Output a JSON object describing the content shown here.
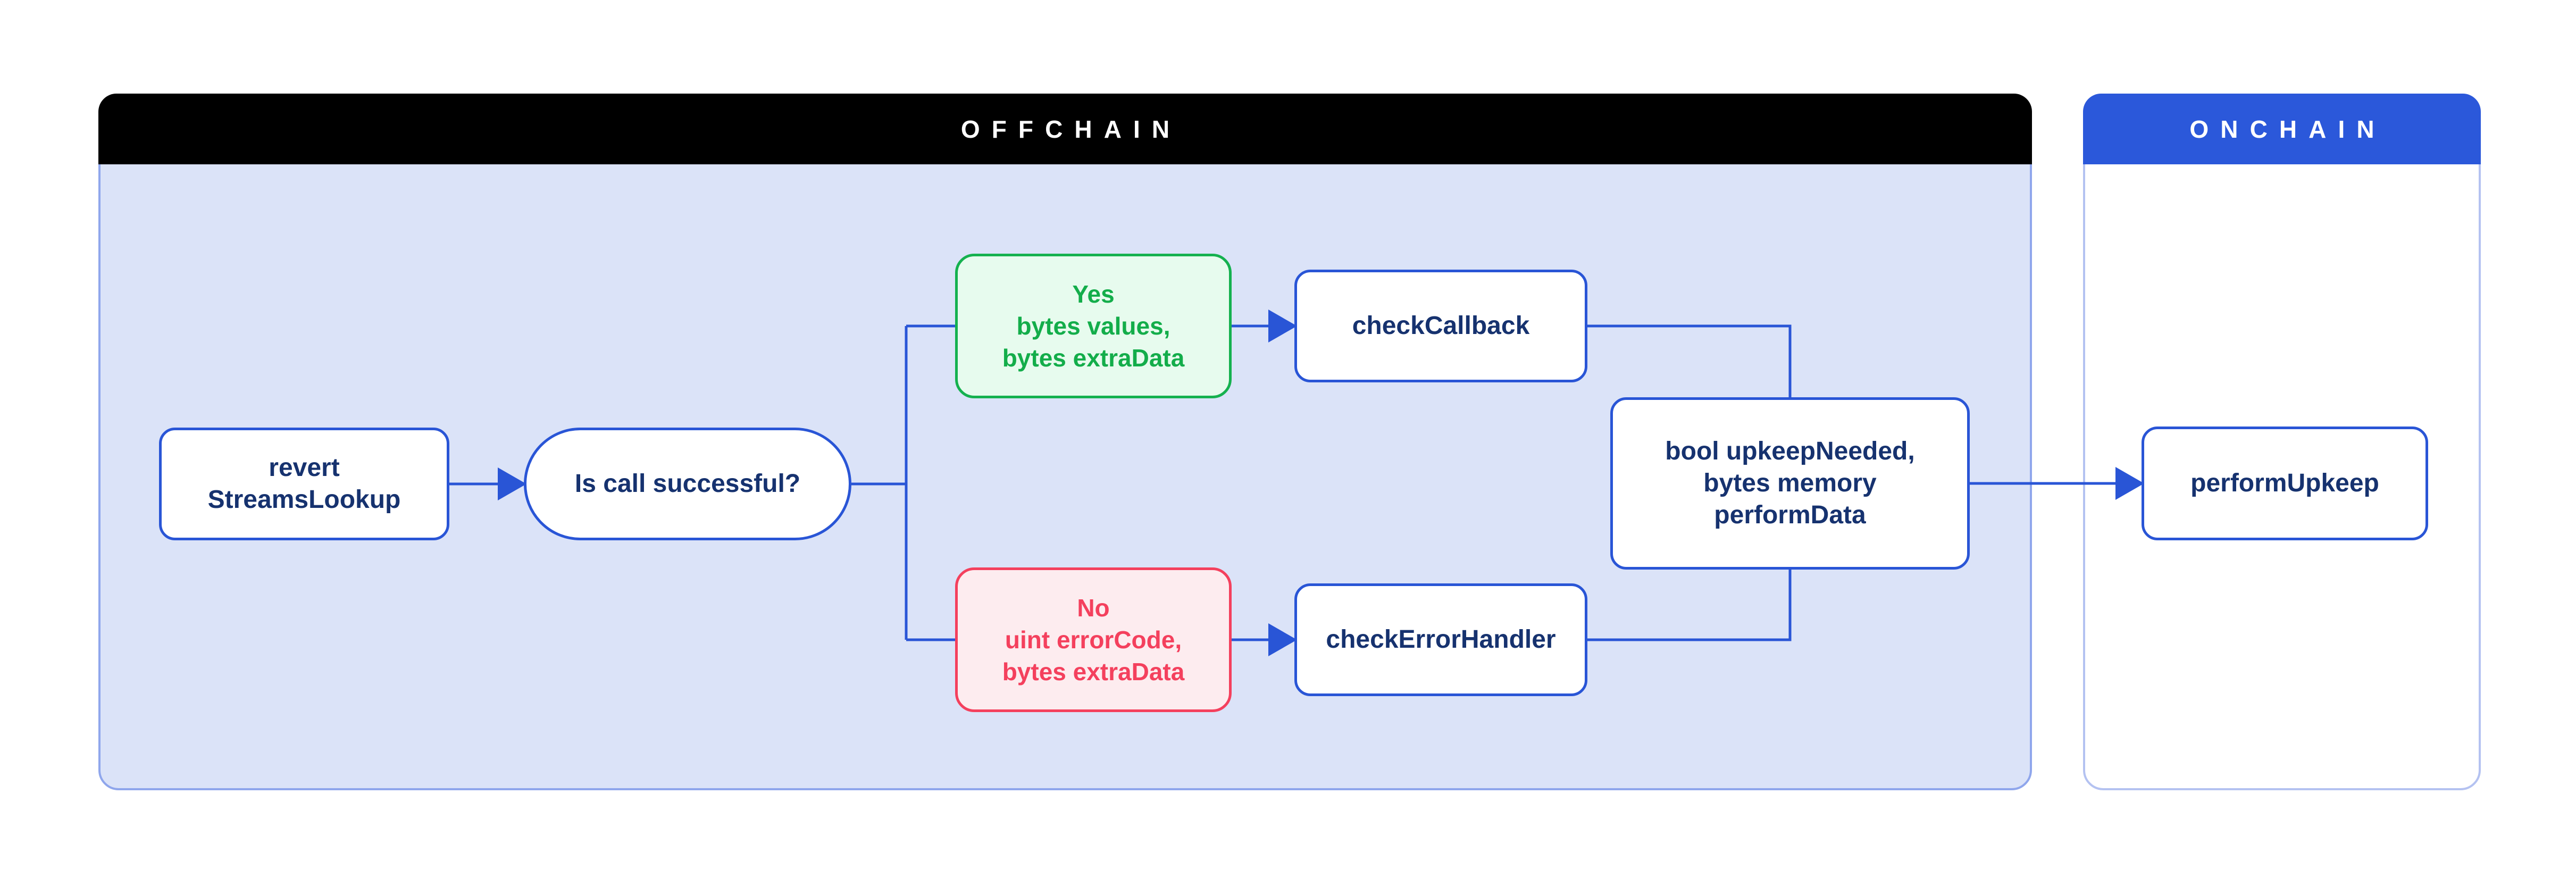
{
  "offchain": {
    "title": "OFFCHAIN"
  },
  "onchain": {
    "title": "ONCHAIN"
  },
  "nodes": {
    "revert": {
      "lines": [
        "revert",
        "StreamsLookup"
      ]
    },
    "question": {
      "lines": [
        "Is call successful?"
      ]
    },
    "yes": {
      "lines": [
        "Yes",
        "bytes values,",
        "bytes extraData"
      ]
    },
    "no": {
      "lines": [
        "No",
        "uint errorCode,",
        "bytes extraData"
      ]
    },
    "check_callback": {
      "lines": [
        "checkCallback"
      ]
    },
    "check_error_handler": {
      "lines": [
        "checkErrorHandler"
      ]
    },
    "result": {
      "lines": [
        "bool upkeepNeeded,",
        "bytes memory",
        "performData"
      ]
    },
    "perform_upkeep": {
      "lines": [
        "performUpkeep"
      ]
    }
  },
  "colors": {
    "page_bg": "#ffffff",
    "offchain_header_bg": "#000000",
    "offchain_header_text": "#ffffff",
    "offchain_body_bg": "#dbe3f8",
    "offchain_border": "#8fa6ec",
    "onchain_header_bg": "#2b58da",
    "onchain_header_text": "#ffffff",
    "onchain_body_bg": "#ffffff",
    "onchain_border": "#b4c2f1",
    "connector": "#2955d6",
    "node_bg": "#ffffff",
    "node_border": "#2955d6",
    "node_text": "#16326f",
    "success_bg": "#e7fbee",
    "success_border": "#15b14f",
    "success_text": "#13ad4a",
    "error_bg": "#fdecef",
    "error_border": "#f4405d",
    "error_text": "#f4405d"
  }
}
